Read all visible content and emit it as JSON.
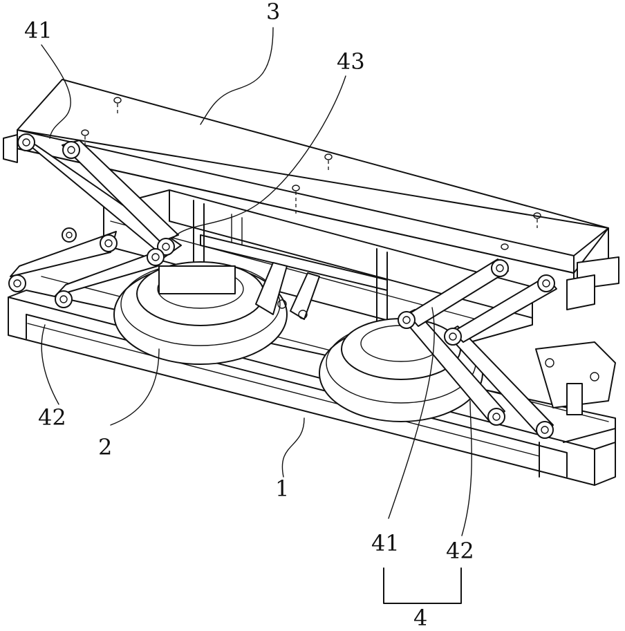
{
  "labels": {
    "frame": "1",
    "roller": "2",
    "beam": "3",
    "assembly": "4",
    "link_a_left": "41",
    "link_a_right": "41",
    "link_b_left": "42",
    "link_b_right": "42",
    "center_link": "43"
  },
  "colors": {
    "line": "#111111",
    "background": "#ffffff"
  }
}
